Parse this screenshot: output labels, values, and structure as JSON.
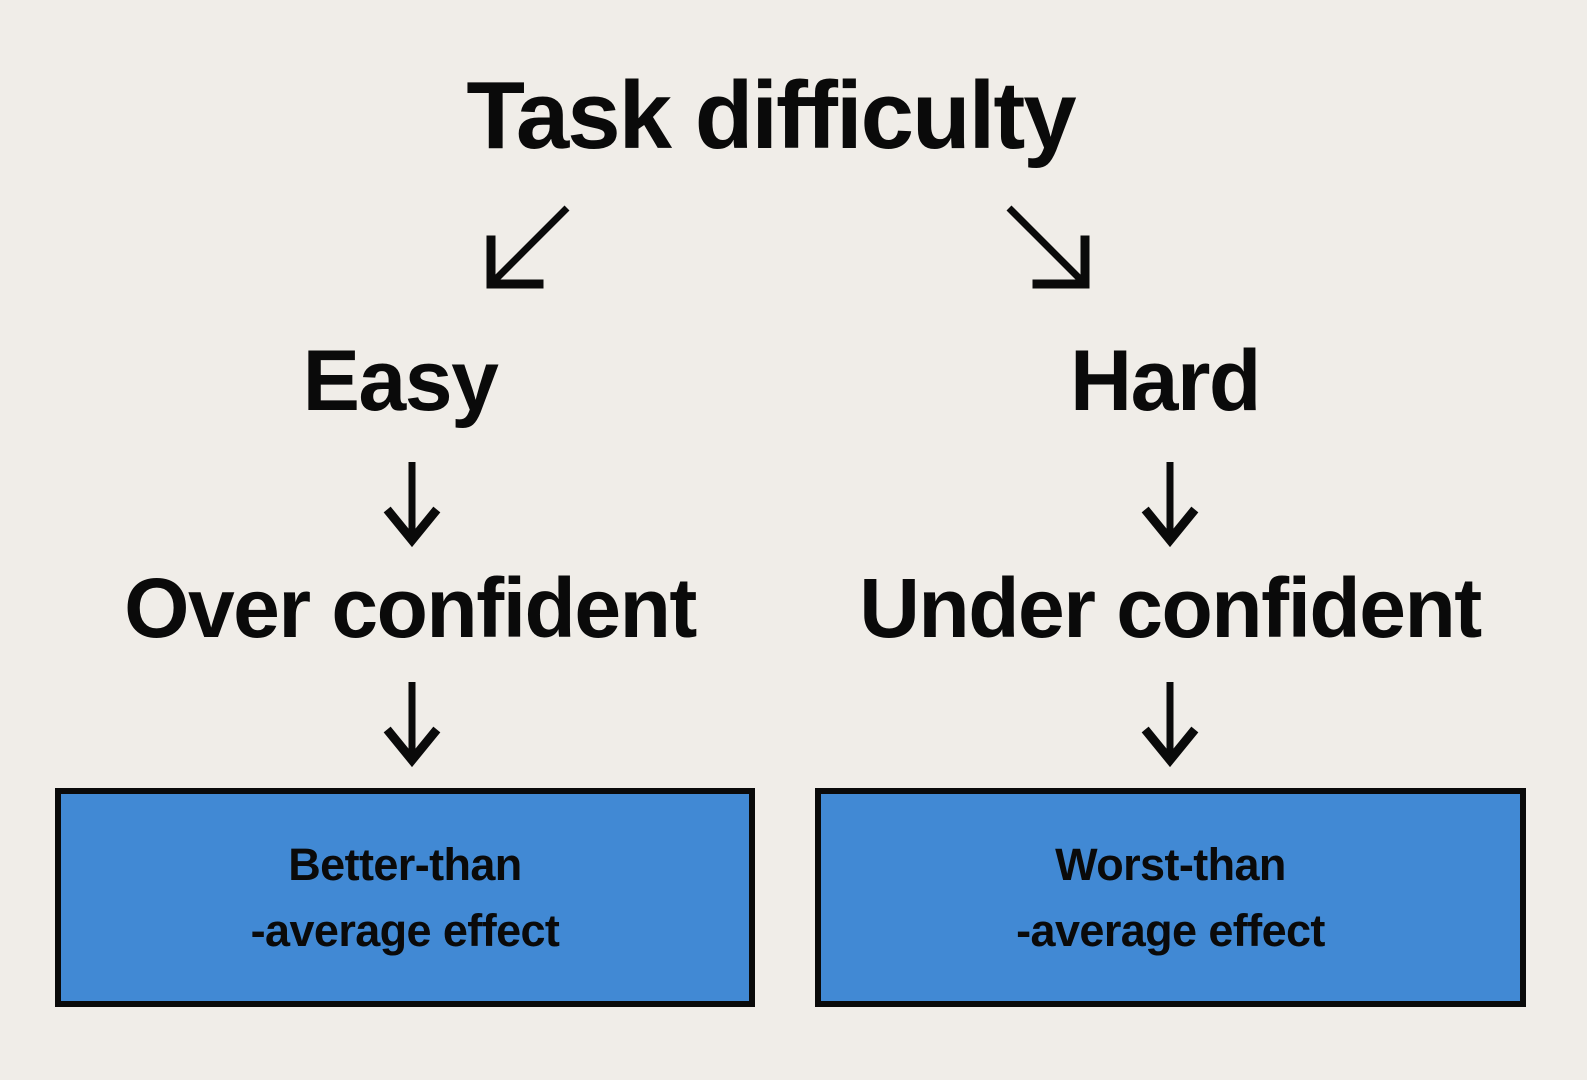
{
  "diagram": {
    "title": "Task difficulty",
    "background_color": "#f0ede8",
    "accent_color": "#4189d4",
    "outline_color": "#0a0a0a",
    "text_color": "#0a0a0a",
    "branches": [
      {
        "id": "easy",
        "difficulty_label": "Easy",
        "confidence_label": "Over confident",
        "outcome_line_1": "Better-than",
        "outcome_line_2": "-average effect",
        "branch_arrow_icon": "arrow-down-left-icon",
        "step_arrow_icon": "arrow-down-icon"
      },
      {
        "id": "hard",
        "difficulty_label": "Hard",
        "confidence_label": "Under confident",
        "outcome_line_1": "Worst-than",
        "outcome_line_2": "-average effect",
        "branch_arrow_icon": "arrow-down-right-icon",
        "step_arrow_icon": "arrow-down-icon"
      }
    ]
  }
}
